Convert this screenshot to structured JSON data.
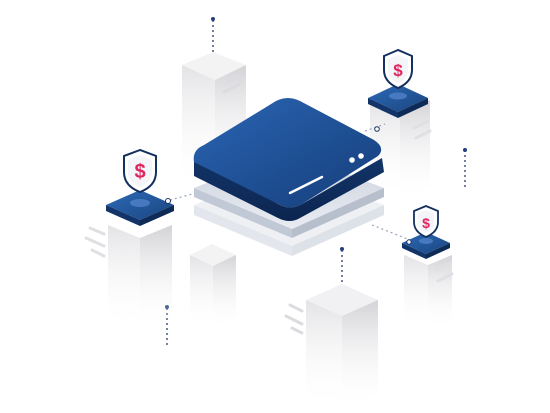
{
  "illustration": {
    "server_hub": {
      "icon": "server-stack-icon"
    },
    "shields": [
      {
        "name": "shield-left",
        "icon": "dollar-shield-icon",
        "symbol": "$"
      },
      {
        "name": "shield-top-right",
        "icon": "dollar-shield-icon",
        "symbol": "$"
      },
      {
        "name": "shield-bottom-right",
        "icon": "dollar-shield-icon",
        "symbol": "$"
      }
    ],
    "colors": {
      "primary_blue": "#1f4f96",
      "dark_blue": "#123468",
      "accent_red": "#e0245e",
      "light_gray": "#eeeeef"
    }
  }
}
